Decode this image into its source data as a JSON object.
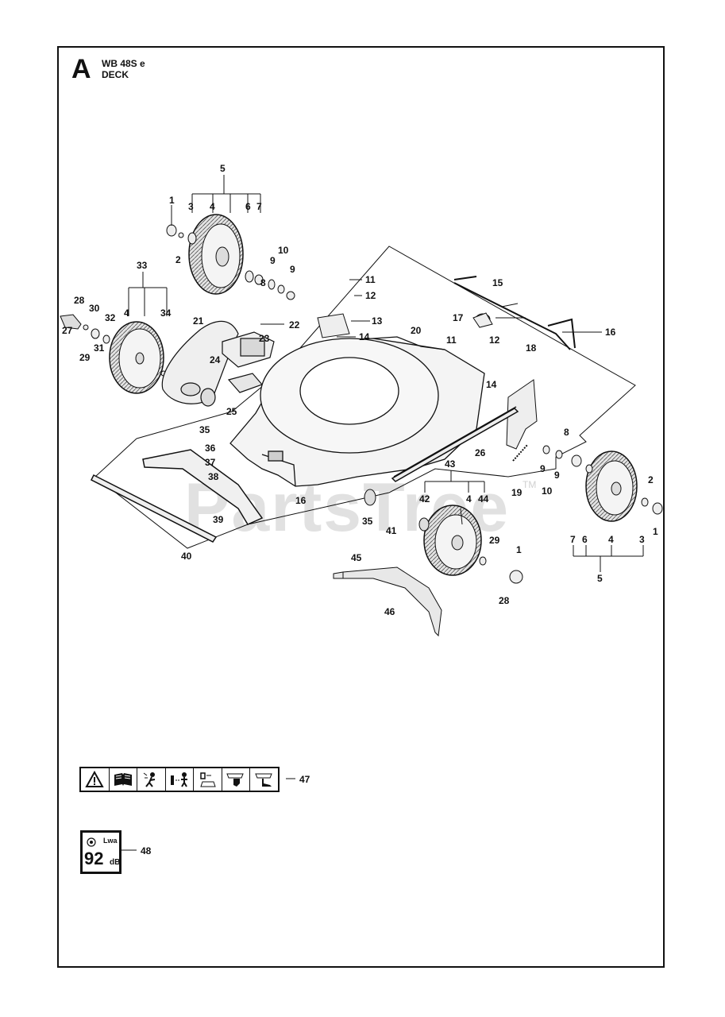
{
  "header": {
    "section_letter": "A",
    "model": "WB 48S e",
    "title": "DECK"
  },
  "watermark": {
    "text": "PartsTree",
    "tm": "TM"
  },
  "noise_label": {
    "value": "92",
    "unit": "dB",
    "symbol": "Lwa"
  },
  "callouts": {
    "n1": "1",
    "n2": "2",
    "n3": "3",
    "n4": "4",
    "n5": "5",
    "n6": "6",
    "n7": "7",
    "n8": "8",
    "n9": "9",
    "n10": "10",
    "n11": "11",
    "n12": "12",
    "n13": "13",
    "n14": "14",
    "n15": "15",
    "n16": "16",
    "n17": "17",
    "n18": "18",
    "n19": "19",
    "n20": "20",
    "n21": "21",
    "n22": "22",
    "n23": "23",
    "n24": "24",
    "n25": "25",
    "n26": "26",
    "n27": "27",
    "n28": "28",
    "n29": "29",
    "n30": "30",
    "n31": "31",
    "n32": "32",
    "n33": "33",
    "n34": "34",
    "n35": "35",
    "n36": "36",
    "n37": "37",
    "n38": "38",
    "n39": "39",
    "n40": "40",
    "n41": "41",
    "n42": "42",
    "n43": "43",
    "n44": "44",
    "n45": "45",
    "n46": "46",
    "n47": "47",
    "n48": "48"
  },
  "colors": {
    "line": "#111111",
    "part_fill": "#f2f2f2",
    "tire": "#d8d8d8"
  }
}
